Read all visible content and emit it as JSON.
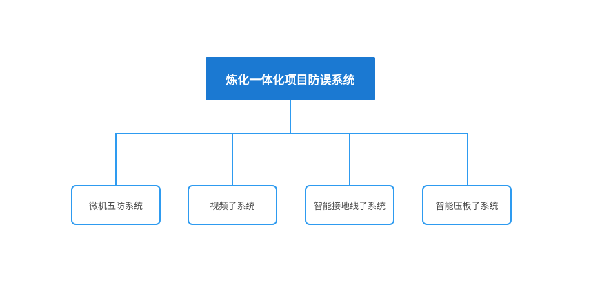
{
  "colors": {
    "root_fill": "#1b79d2",
    "root_text": "#ffffff",
    "connector": "#2e9bf0",
    "child_border": "#2e9bf0",
    "child_fill": "#ffffff",
    "child_text": "#4c4c4c",
    "page_bg": "#ffffff"
  },
  "diagram": {
    "type": "org-chart-tree",
    "root": {
      "label": "炼化一体化项目防误系统"
    },
    "children": [
      {
        "label": "微机五防系统"
      },
      {
        "label": "视频子系统"
      },
      {
        "label": "智能接地线子系统"
      },
      {
        "label": "智能压板子系统"
      }
    ]
  }
}
